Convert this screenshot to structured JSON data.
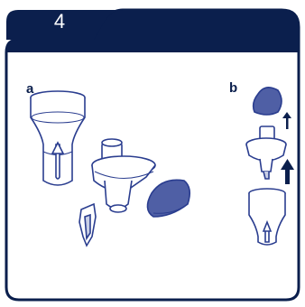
{
  "step": {
    "number": "4"
  },
  "panels": {
    "a": {
      "label": "a"
    },
    "b": {
      "label": "b"
    }
  },
  "colors": {
    "frame": "#0b1f4d",
    "line": "#2a3d8f",
    "part_fill": "#ffffff",
    "cap_fill": "#4f5fa5"
  }
}
